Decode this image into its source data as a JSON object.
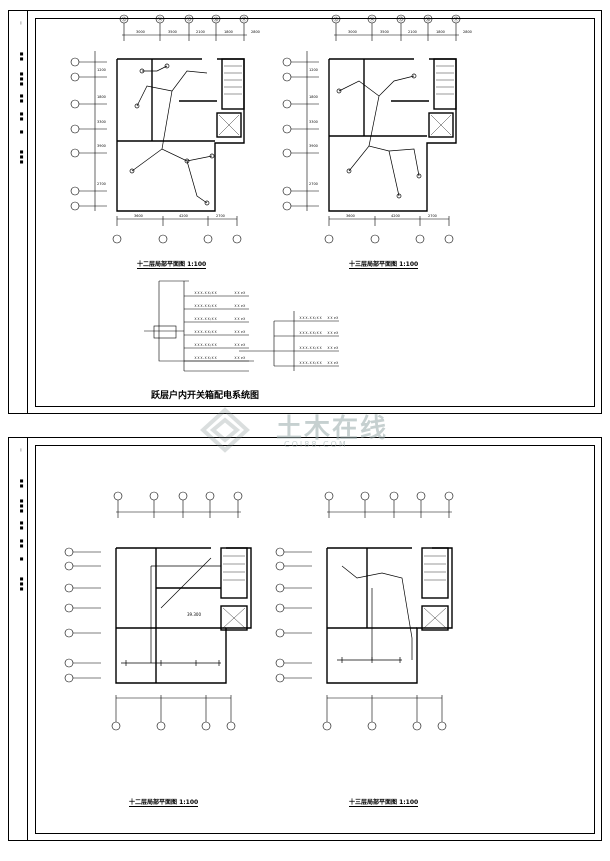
{
  "top_sheet": {
    "plan_left_title": "十二层局部平面图 1:100",
    "plan_right_title": "十三层局部平面图 1:100",
    "system_title": "跃层户内开关箱配电系统图",
    "axis_top": [
      "⑬",
      "⑭",
      "⑮",
      "⑯",
      "⑰"
    ],
    "dims_top": [
      "3000",
      "3500",
      "2100",
      "1800",
      "2800"
    ],
    "dims_bottom": [
      "3600",
      "4200",
      "2700"
    ],
    "axis_left": [
      "Ⓕ",
      "Ⓔ",
      "Ⓓ",
      "Ⓒ",
      "Ⓑ",
      "Ⓐ"
    ],
    "left_dims": [
      "1200",
      "1800",
      "3300",
      "3900",
      "2700"
    ]
  },
  "bottom_sheet": {
    "plan_left_title": "十二层局部平面图 1:100",
    "plan_right_title": "十三层局部平面图 1:100",
    "room_label": "39.300"
  },
  "watermark": {
    "text": "土木在线",
    "sub": "COI88.COM"
  }
}
